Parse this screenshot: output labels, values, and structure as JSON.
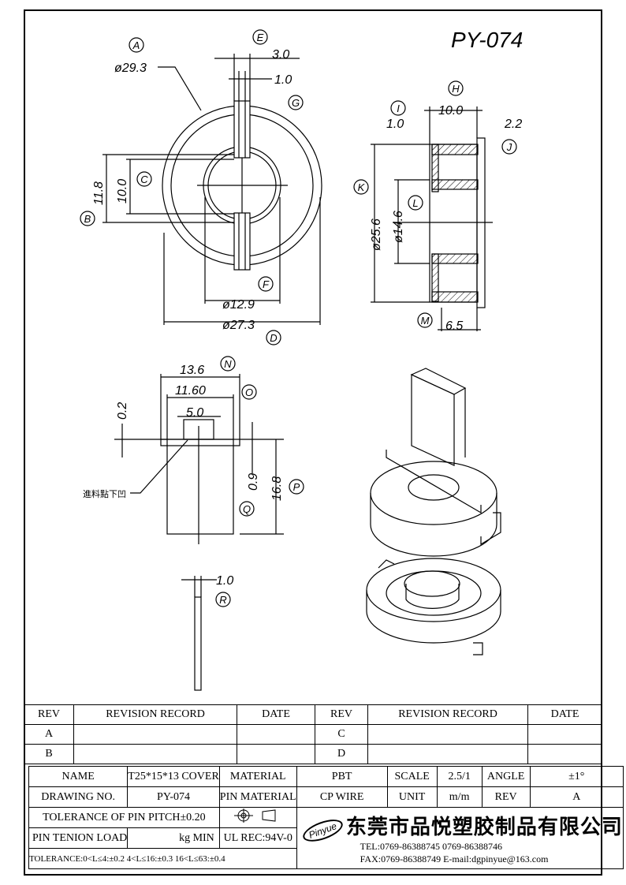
{
  "drawing_title": "PY-074",
  "markers": {
    "A": "A",
    "B": "B",
    "C": "C",
    "D": "D",
    "E": "E",
    "F": "F",
    "G": "G",
    "H": "H",
    "I": "I",
    "J": "J",
    "K": "K",
    "L": "L",
    "M": "M",
    "N": "N",
    "O": "O",
    "P": "P",
    "Q": "Q",
    "R": "R"
  },
  "dims": {
    "d29_3": "ø29.3",
    "d3_0": "3.0",
    "d1_0_top": "1.0",
    "d11_8": "11.8",
    "d10_0_left": "10.0",
    "d12_9": "ø12.9",
    "d27_3": "ø27.3",
    "d10_0_side": "10.0",
    "d1_0_side": "1.0",
    "d2_2": "2.2",
    "d25_6": "ø25.6",
    "d14_6": "ø14.6",
    "d6_5": "6.5",
    "d13_6": "13.6",
    "d11_60": "11.60",
    "d5_0": "5.0",
    "d0_2": "0.2",
    "d0_9": "0.9",
    "d16_8": "16.8",
    "d1_0_pin": "1.0"
  },
  "note_feed": "進料點下凹",
  "revision": {
    "headers": [
      "REV",
      "REVISION RECORD",
      "DATE",
      "REV",
      "REVISION RECORD",
      "DATE"
    ],
    "rows": [
      [
        "A",
        "",
        "",
        "C",
        "",
        ""
      ],
      [
        "B",
        "",
        "",
        "D",
        "",
        ""
      ]
    ]
  },
  "info": {
    "name_label": "NAME",
    "name_value": "T25*15*13 COVER",
    "material_label": "MATERIAL",
    "material_value": "PBT",
    "scale_label": "SCALE",
    "scale_value": "2.5/1",
    "angle_label": "ANGLE",
    "angle_value": "±1°",
    "drawing_no_label": "DRAWING NO.",
    "drawing_no_value": "PY-074",
    "pin_material_label": "PIN MATERIAL",
    "pin_material_value": "CP WIRE",
    "unit_label": "UNIT",
    "unit_value": "m/m",
    "rev_label": "REV",
    "rev_value": "A",
    "tol_pitch": "TOLERANCE OF PIN PITCH±0.20",
    "pin_load_label": "PIN TENION LOAD",
    "pin_load_unit": "kg MIN",
    "ul": "UL REC:94V-0",
    "tolerance": "TOLERANCE:0<L≤4:±0.2  4<L≤16:±0.3  16<L≤63:±0.4",
    "logo": "Pinyue",
    "company": "东莞市品悦塑胶制品有限公司",
    "tel": "TEL:0769-86388745    0769-86388746",
    "fax": "FAX:0769-86388749   E-mail:dgpinyue@163.com"
  }
}
